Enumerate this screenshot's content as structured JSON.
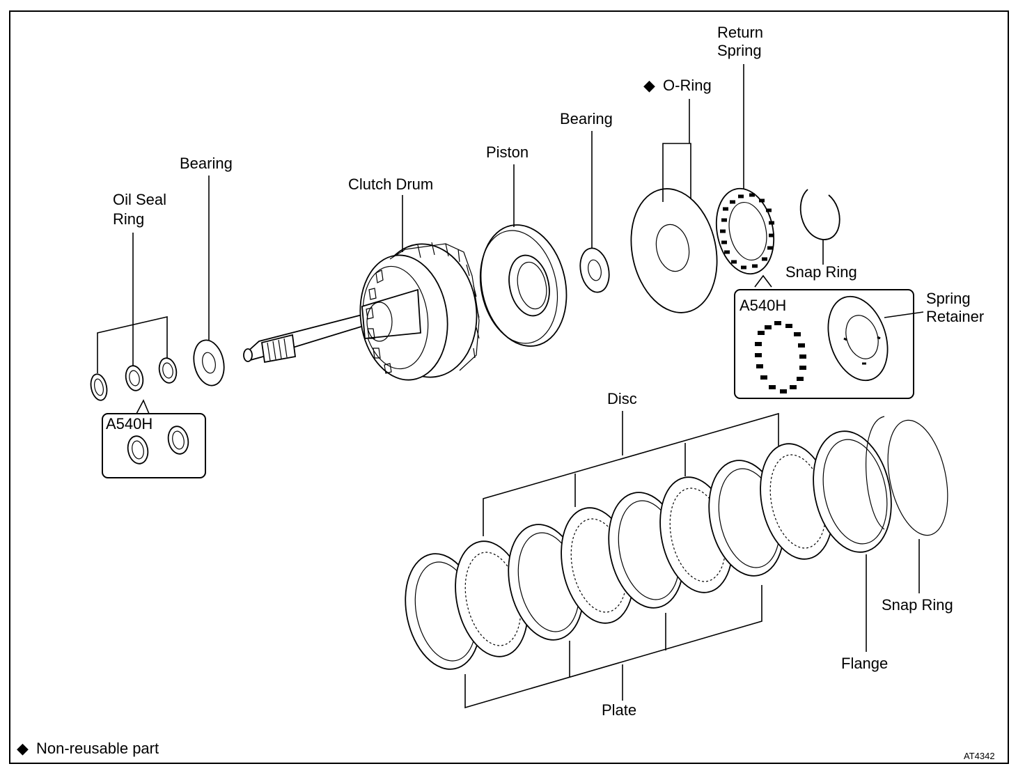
{
  "labels": {
    "return_spring": [
      "Return",
      "Spring"
    ],
    "o_ring": "O-Ring",
    "bearing_upper": "Bearing",
    "piston": "Piston",
    "clutch_drum": "Clutch Drum",
    "bearing_left": "Bearing",
    "oil_seal_ring": [
      "Oil Seal",
      "Ring"
    ],
    "snap_ring_upper": "Snap Ring",
    "spring_retainer": [
      "Spring",
      "Retainer"
    ],
    "a540h_right": "A540H",
    "a540h_left": "A540H",
    "disc": "Disc",
    "plate": "Plate",
    "flange": "Flange",
    "snap_ring_lower": "Snap Ring"
  },
  "legend": {
    "symbol": "◆",
    "text": "Non-reusable part"
  },
  "figure_code": "AT4342"
}
